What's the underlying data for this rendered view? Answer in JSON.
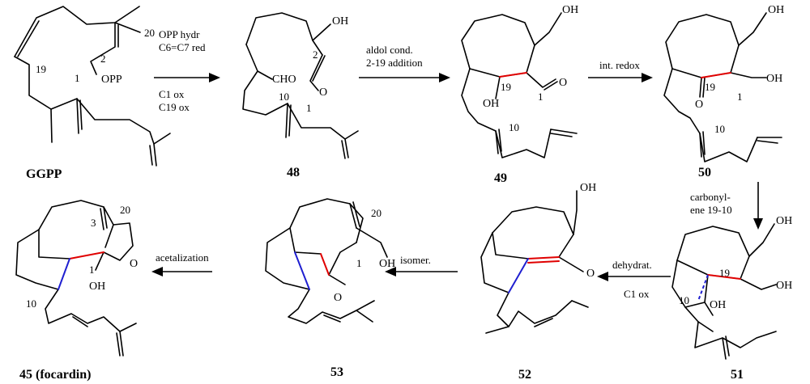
{
  "compounds": {
    "ggpp": "GGPP",
    "c48": "48",
    "c49": "49",
    "c50": "50",
    "c51": "51",
    "c52": "52",
    "c53": "53",
    "c45_num": "45",
    "c45_name": "(focardin)"
  },
  "reactions": {
    "step1": [
      "OPP hydr",
      "C6=C7 red",
      "C1 ox",
      "C19 ox"
    ],
    "step2": [
      "aldol cond.",
      "2-19 addition"
    ],
    "step3": [
      "int. redox"
    ],
    "step4": [
      "carbonyl-",
      "ene 19-10"
    ],
    "step5": [
      "dehydrat.",
      "C1 ox"
    ],
    "step6": [
      "isomer."
    ],
    "step7": [
      "acetalization"
    ]
  },
  "atoms": {
    "opp": "OPP",
    "oh": "OH",
    "o": "O",
    "cho": "CHO"
  },
  "numbering": {
    "n1": "1",
    "n2": "2",
    "n3": "3",
    "n10": "10",
    "n19": "19",
    "n20": "20"
  },
  "colors": {
    "new_bond_red": "#e00000",
    "new_bond_blue": "#1f1fd0"
  }
}
